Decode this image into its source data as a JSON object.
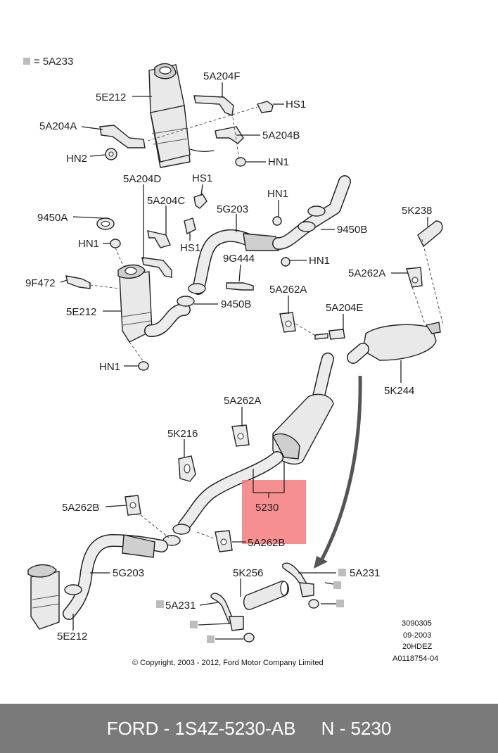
{
  "legend": {
    "text": "= 5A233",
    "swatch_color": "#bdbdbd"
  },
  "labels": {
    "l_5e212_top": "5E212",
    "l_5a204f": "5A204F",
    "l_hs1_top": "HS1",
    "l_5a204a": "5A204A",
    "l_5a204b": "5A204B",
    "l_hn2": "HN2",
    "l_hn1_top": "HN1",
    "l_5a204d": "5A204D",
    "l_hs1_mid": "HS1",
    "l_hn1_mid": "HN1",
    "l_5a204c": "5A204C",
    "l_9450a": "9450A",
    "l_5g203_top": "5G203",
    "l_9450b_right": "9450B",
    "l_5k238": "5K238",
    "l_hn1_left": "HN1",
    "l_hs1_low": "HS1",
    "l_9g444": "9G444",
    "l_hn1_right": "HN1",
    "l_5a262a_right": "5A262A",
    "l_9f472": "9F472",
    "l_5a262a_mid": "5A262A",
    "l_5e212_mid": "5E212",
    "l_9450b_mid": "9450B",
    "l_5a204e": "5A204E",
    "l_hn1_low": "HN1",
    "l_5k244": "5K244",
    "l_5a262a_low": "5A262A",
    "l_5k216": "5K216",
    "l_5a262b_left": "5A262B",
    "l_5230": "5230",
    "l_5a262b_right": "5A262B",
    "l_5g203_low": "5G203",
    "l_5k256": "5K256",
    "l_5a231_right": "5A231",
    "l_5a231_left": "5A231",
    "l_5e212_low": "5E212"
  },
  "info": {
    "code1": "3090305",
    "code2": "09-2003",
    "code3": "20HDEZ",
    "code4": "A0118754-04",
    "copyright": "© Copyright, 2003 - 2012, Ford Motor Company Limited"
  },
  "highlight": {
    "color": "#f47c7c",
    "label": "5230"
  },
  "footer": {
    "brand_part": "FORD - 1S4Z-5230-AB",
    "number": "N - 5230"
  }
}
